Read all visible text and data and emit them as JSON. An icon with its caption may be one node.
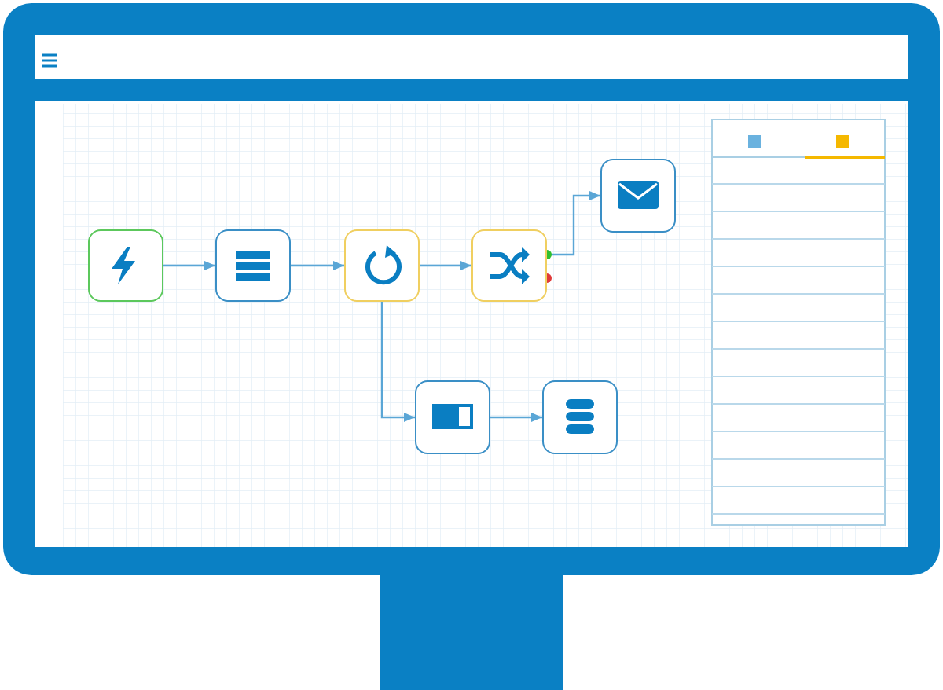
{
  "diagram": {
    "nodes": [
      {
        "text": [],
        "shape": "picture"
      },
      {
        "text": [],
        "shape": "picture"
      },
      {
        "text": [],
        "shape": "picture"
      },
      {
        "text": [],
        "shape": "picture"
      },
      {
        "text": [],
        "shape": "picture"
      },
      {
        "text": [],
        "shape": "picture"
      },
      {
        "text": [],
        "shape": "picture"
      }
    ],
    "edges": [
      {
        "from": 0,
        "to": 1,
        "arrow": "to"
      },
      {
        "from": 1,
        "to": 2,
        "arrow": "to"
      },
      {
        "from": 2,
        "to": 3,
        "arrow": "to"
      },
      {
        "from": 3,
        "to": 4,
        "arrow": "to"
      },
      {
        "from": 2,
        "to": 5,
        "arrow": "to"
      },
      {
        "from": 5,
        "to": 6,
        "arrow": "to"
      }
    ]
  }
}
